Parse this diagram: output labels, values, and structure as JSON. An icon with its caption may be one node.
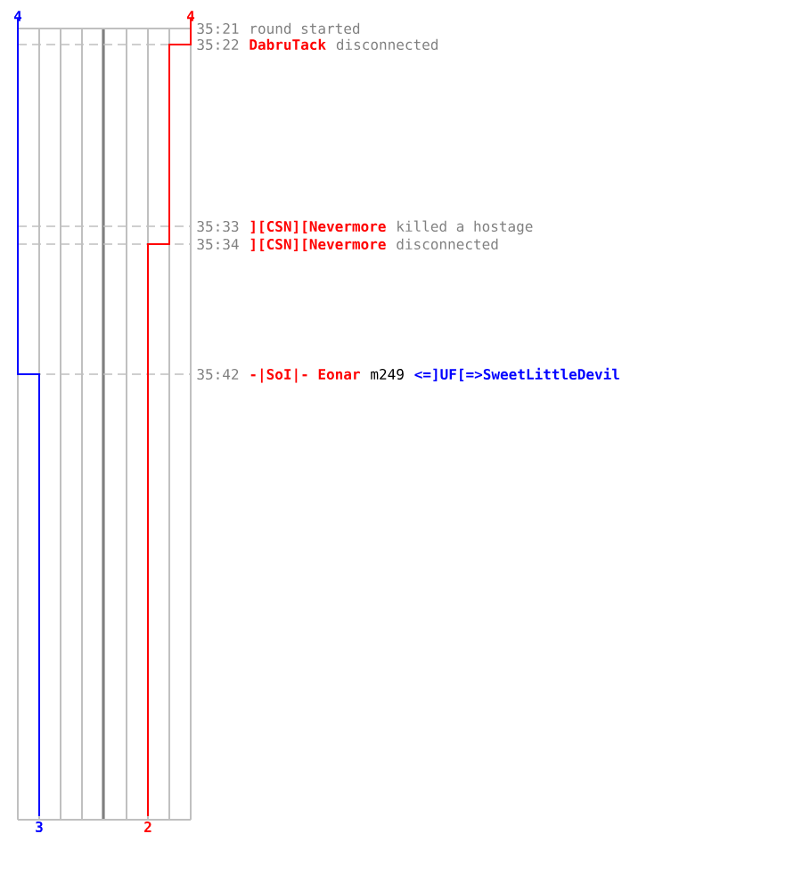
{
  "diagram": {
    "labels": [
      "4",
      "4",
      "35:21",
      "round started",
      "35:22",
      "DabruTack",
      "disconnected",
      "35:33",
      "][CSN][Nevermore",
      "killed a hostage",
      "35:34",
      "][CSN][Nevermore",
      "disconnected",
      "35:42",
      "-|SoI|- Eonar",
      "m249",
      "<=]UF[=>SweetLittleDevil",
      "3",
      "2"
    ]
  }
}
